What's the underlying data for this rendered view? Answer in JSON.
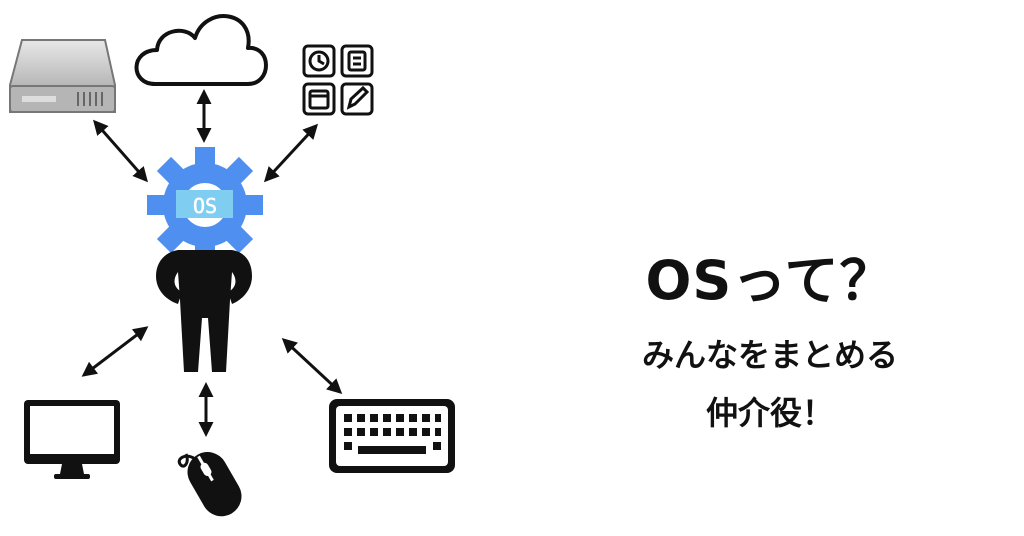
{
  "title": "OSって？",
  "subtitle_line1": "みんなをまとめる",
  "subtitle_line2": "仲介役！",
  "gear_label": "OS",
  "colors": {
    "gear": "#4f8ff0",
    "os_box": "#7fcdf0",
    "ink": "#111111"
  },
  "icons": [
    "hard-drive-icon",
    "cloud-icon",
    "apps-icon",
    "gear-icon",
    "person-icon",
    "monitor-icon",
    "mouse-icon",
    "keyboard-icon"
  ]
}
